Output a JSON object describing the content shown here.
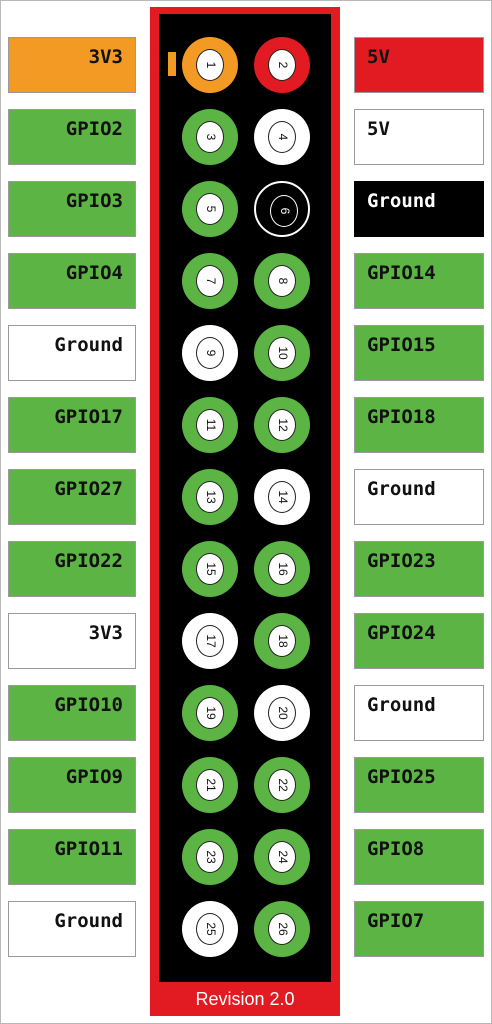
{
  "colors": {
    "power3v3": "#f39a24",
    "power5v": "#e21b22",
    "gpio": "#5bb443",
    "ground_white": "#ffffff",
    "ground_black": "#000000"
  },
  "header_label": "Revision 2.0",
  "left_labels": [
    {
      "text": "3V3",
      "type": "power3v3"
    },
    {
      "text": "GPIO2",
      "type": "gpio"
    },
    {
      "text": "GPIO3",
      "type": "gpio"
    },
    {
      "text": "GPIO4",
      "type": "gpio"
    },
    {
      "text": "Ground",
      "type": "ground_white"
    },
    {
      "text": "GPIO17",
      "type": "gpio"
    },
    {
      "text": "GPIO27",
      "type": "gpio"
    },
    {
      "text": "GPIO22",
      "type": "gpio"
    },
    {
      "text": "3V3",
      "type": "ground_white"
    },
    {
      "text": "GPIO10",
      "type": "gpio"
    },
    {
      "text": "GPIO9",
      "type": "gpio"
    },
    {
      "text": "GPIO11",
      "type": "gpio"
    },
    {
      "text": "Ground",
      "type": "ground_white"
    }
  ],
  "right_labels": [
    {
      "text": "5V",
      "type": "power5v"
    },
    {
      "text": "5V",
      "type": "ground_white"
    },
    {
      "text": "Ground",
      "type": "ground_black"
    },
    {
      "text": "GPIO14",
      "type": "gpio"
    },
    {
      "text": "GPIO15",
      "type": "gpio"
    },
    {
      "text": "GPIO18",
      "type": "gpio"
    },
    {
      "text": "Ground",
      "type": "ground_white"
    },
    {
      "text": "GPIO23",
      "type": "gpio"
    },
    {
      "text": "GPIO24",
      "type": "gpio"
    },
    {
      "text": "Ground",
      "type": "ground_white"
    },
    {
      "text": "GPIO25",
      "type": "gpio"
    },
    {
      "text": "GPIO8",
      "type": "gpio"
    },
    {
      "text": "GPIO7",
      "type": "gpio"
    }
  ],
  "pins": [
    {
      "n": "1",
      "type": "power3v3"
    },
    {
      "n": "2",
      "type": "power5v"
    },
    {
      "n": "3",
      "type": "gpio"
    },
    {
      "n": "4",
      "type": "ground_white"
    },
    {
      "n": "5",
      "type": "gpio"
    },
    {
      "n": "6",
      "type": "ground_black"
    },
    {
      "n": "7",
      "type": "gpio"
    },
    {
      "n": "8",
      "type": "gpio"
    },
    {
      "n": "9",
      "type": "ground_white"
    },
    {
      "n": "10",
      "type": "gpio"
    },
    {
      "n": "11",
      "type": "gpio"
    },
    {
      "n": "12",
      "type": "gpio"
    },
    {
      "n": "13",
      "type": "gpio"
    },
    {
      "n": "14",
      "type": "ground_white"
    },
    {
      "n": "15",
      "type": "gpio"
    },
    {
      "n": "16",
      "type": "gpio"
    },
    {
      "n": "17",
      "type": "ground_white"
    },
    {
      "n": "18",
      "type": "gpio"
    },
    {
      "n": "19",
      "type": "gpio"
    },
    {
      "n": "20",
      "type": "ground_white"
    },
    {
      "n": "21",
      "type": "gpio"
    },
    {
      "n": "22",
      "type": "gpio"
    },
    {
      "n": "23",
      "type": "gpio"
    },
    {
      "n": "24",
      "type": "gpio"
    },
    {
      "n": "25",
      "type": "ground_white"
    },
    {
      "n": "26",
      "type": "gpio"
    }
  ]
}
